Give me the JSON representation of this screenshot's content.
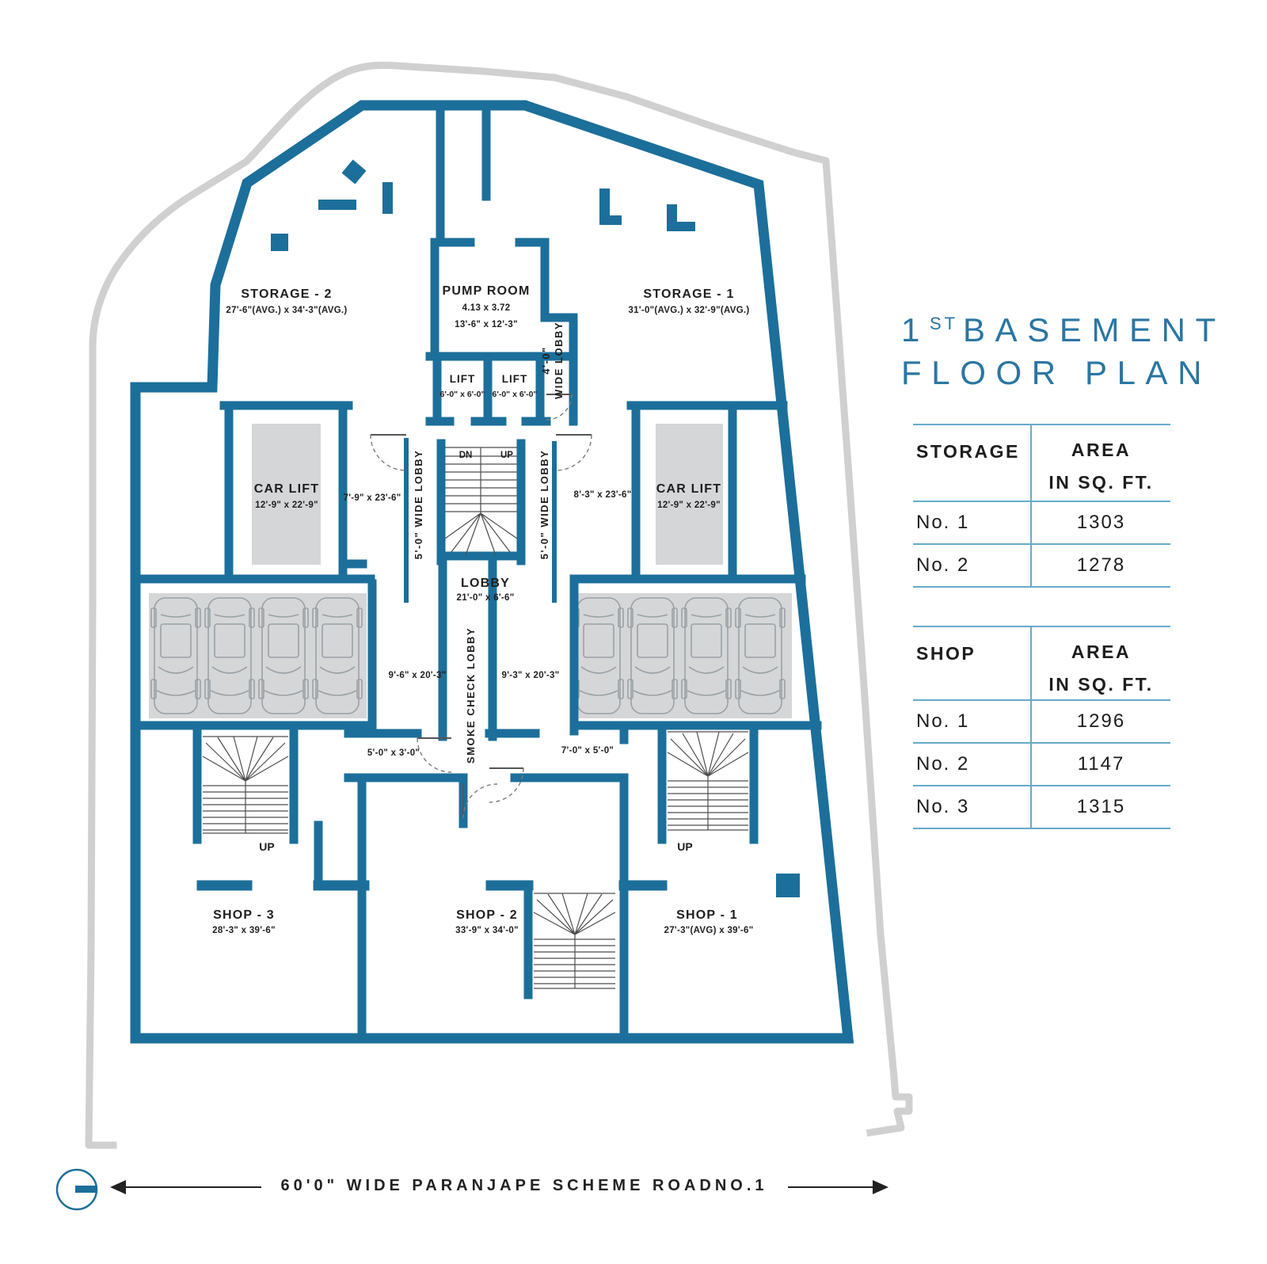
{
  "title": {
    "number": "1",
    "ordinal": "ST",
    "word1": "BASEMENT",
    "line2": "FLOOR PLAN"
  },
  "tables": {
    "storage": {
      "header_col1": "STORAGE",
      "header_col2_line1": "AREA",
      "header_col2_line2": "IN SQ. FT.",
      "rows": [
        {
          "label": "No. 1",
          "area": "1303"
        },
        {
          "label": "No. 2",
          "area": "1278"
        }
      ]
    },
    "shop": {
      "header_col1": "SHOP",
      "header_col2_line1": "AREA",
      "header_col2_line2": "IN SQ. FT.",
      "rows": [
        {
          "label": "No. 1",
          "area": "1296"
        },
        {
          "label": "No. 2",
          "area": "1147"
        },
        {
          "label": "No. 3",
          "area": "1315"
        }
      ]
    }
  },
  "plan": {
    "storage2": {
      "name": "STORAGE - 2",
      "dims": "27'-6\"(AVG.) x 34'-3\"(AVG.)"
    },
    "storage1": {
      "name": "STORAGE - 1",
      "dims": "31'-0\"(AVG.) x 32'-9\"(AVG.)"
    },
    "pump_room": {
      "name": "PUMP ROOM",
      "dims_m": "4.13 x 3.72",
      "dims_ft": "13'-6\" x 12'-3\""
    },
    "lift": {
      "name": "LIFT",
      "dims": "6'-0\" x 6'-0\""
    },
    "lobby_4ft": {
      "line1": "4'-0\"",
      "line2": "WIDE LOBBY"
    },
    "wide_lobby_5ft": "5'-0\" WIDE LOBBY",
    "lobby": {
      "name": "LOBBY",
      "dims": "21'-0\" x 6'-6\""
    },
    "car_lift": {
      "name": "CAR LIFT",
      "dims": "12'-9\" x 22'-9\""
    },
    "smoke_check_lobby": "SMOKE  CHECK  LOBBY",
    "stair": {
      "dn": "DN",
      "up": "UP"
    },
    "dims": {
      "left_corridor": "7'-9\" x 23'-6\"",
      "right_corridor": "8'-3\" x 23'-6\"",
      "left_lobby": "9'-6\" x 20'-3\"",
      "right_lobby": "9'-3\" x 20'-3\"",
      "left_passage": "5'-0\" x 3'-0\"",
      "right_passage": "7'-0\" x 5'-0\""
    },
    "shop3": {
      "name": "SHOP - 3",
      "dims": "28'-3\" x 39'-6\""
    },
    "shop2": {
      "name": "SHOP - 2",
      "dims": "33'-9\" x 34'-0\""
    },
    "shop1": {
      "name": "SHOP - 1",
      "dims": "27'-3\"(AVG) x 39'-6\""
    }
  },
  "road": {
    "label": "60'0\" WIDE PARANJAPE SCHEME ROADNO.1"
  },
  "icons": {
    "compass": "north-indicator-icon",
    "road_arrow_left": "arrow-left-icon",
    "road_arrow_right": "arrow-right-icon",
    "cars": "car-top-view-icon"
  },
  "colors": {
    "wall": "#1c6f9a",
    "plot_boundary": "#d0d0d0",
    "room_fill": "#d5d6d7",
    "title": "#2a76a2",
    "table_line": "#66abc9",
    "text": "#1e1e1e"
  }
}
